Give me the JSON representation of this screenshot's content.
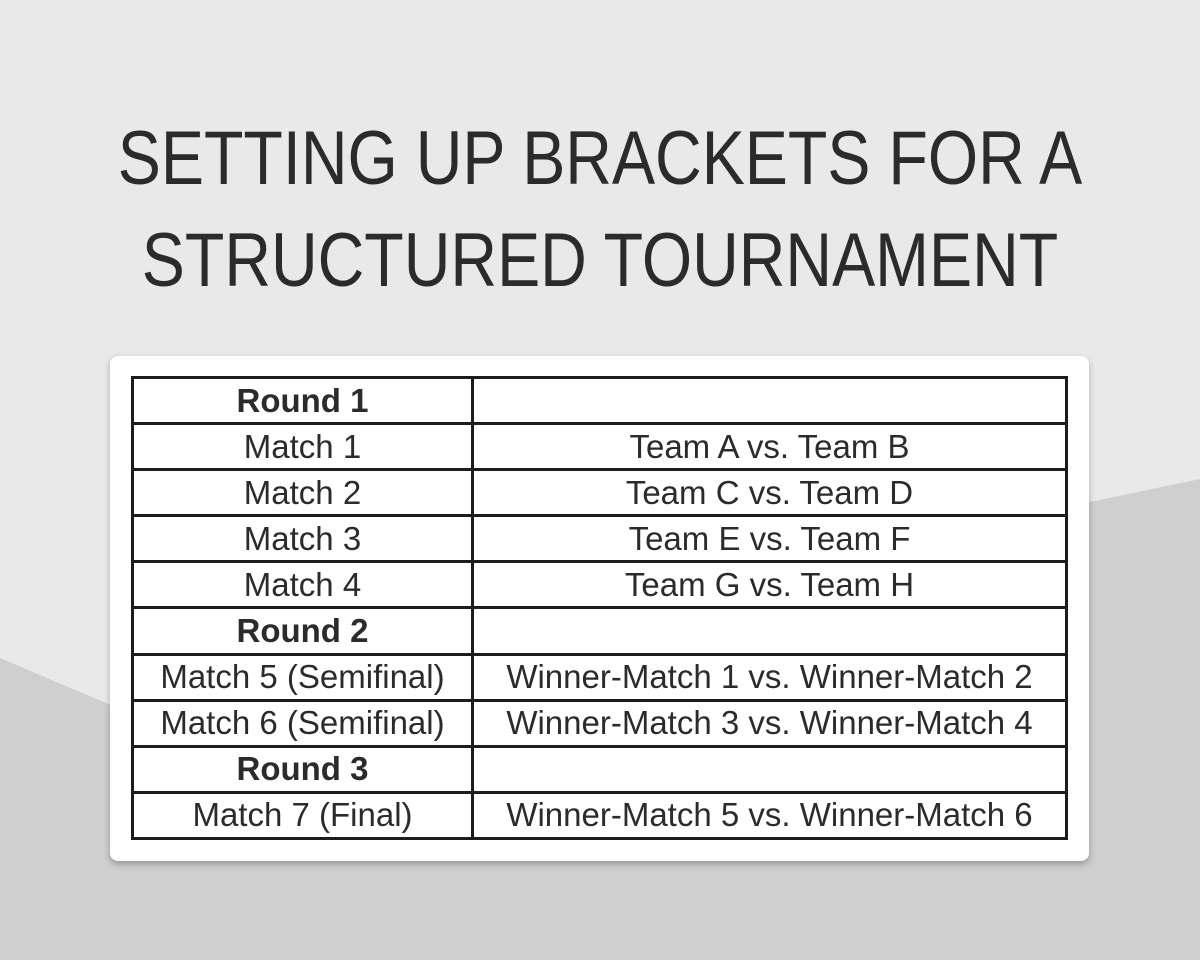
{
  "page": {
    "title_line1": "SETTING UP BRACKETS FOR A",
    "title_line2": "STRUCTURED TOURNAMENT"
  },
  "bracket_table": {
    "rows": [
      {
        "label": "Round 1",
        "matchup": "",
        "is_round_header": true
      },
      {
        "label": "Match 1",
        "matchup": "Team A vs. Team B",
        "is_round_header": false
      },
      {
        "label": "Match 2",
        "matchup": "Team C vs. Team D",
        "is_round_header": false
      },
      {
        "label": "Match 3",
        "matchup": "Team E vs. Team F",
        "is_round_header": false
      },
      {
        "label": "Match 4",
        "matchup": "Team G vs. Team H",
        "is_round_header": false
      },
      {
        "label": "Round 2",
        "matchup": "",
        "is_round_header": true
      },
      {
        "label": "Match 5 (Semifinal)",
        "matchup": "Winner-Match 1 vs. Winner-Match 2",
        "is_round_header": false
      },
      {
        "label": "Match 6 (Semifinal)",
        "matchup": "Winner-Match 3 vs. Winner-Match 4",
        "is_round_header": false
      },
      {
        "label": "Round 3",
        "matchup": "",
        "is_round_header": true
      },
      {
        "label": "Match 7 (Final)",
        "matchup": "Winner-Match 5 vs. Winner-Match 6",
        "is_round_header": false
      }
    ]
  },
  "colors": {
    "background_light": "#e9e9e9",
    "background_dark": "#cfcfcf",
    "card_background": "#ffffff",
    "table_border": "#1c1c1c",
    "text": "#2b2b2b"
  }
}
